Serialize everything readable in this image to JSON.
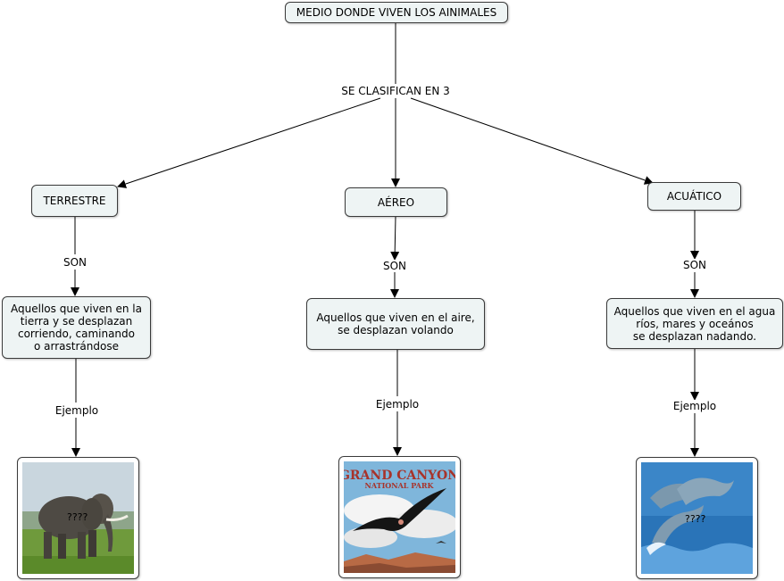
{
  "map": {
    "root": "MEDIO DONDE VIVEN LOS AINIMALES",
    "link_classify": "SE CLASIFICAN EN 3",
    "categories": [
      {
        "title": "TERRESTRE",
        "son": "SON",
        "description": "Aquellos que viven en la\ntierra y se desplazan\ncorriendo, caminando\no arrastrándose",
        "example": "Ejemplo",
        "image_note": "????"
      },
      {
        "title": "AÉREO",
        "son": "SON",
        "description": "Aquellos que viven en el aire,\nse desplazan volando",
        "example": "Ejemplo",
        "image_note": ""
      },
      {
        "title": "ACUÁTICO",
        "son": "SON",
        "description": "Aquellos que viven en el agua\nríos, mares y oceános\nse desplazan nadando.",
        "example": "Ejemplo",
        "image_note": "????"
      }
    ],
    "poster_title": "GRAND CANYON",
    "poster_subtitle": "NATIONAL PARK"
  },
  "colors": {
    "node_fill": "#eef4f4",
    "node_border": "#3a3a3a",
    "line": "#000000"
  },
  "icons": [
    "elephant-photo",
    "condor-poster",
    "dolphins-photo"
  ]
}
